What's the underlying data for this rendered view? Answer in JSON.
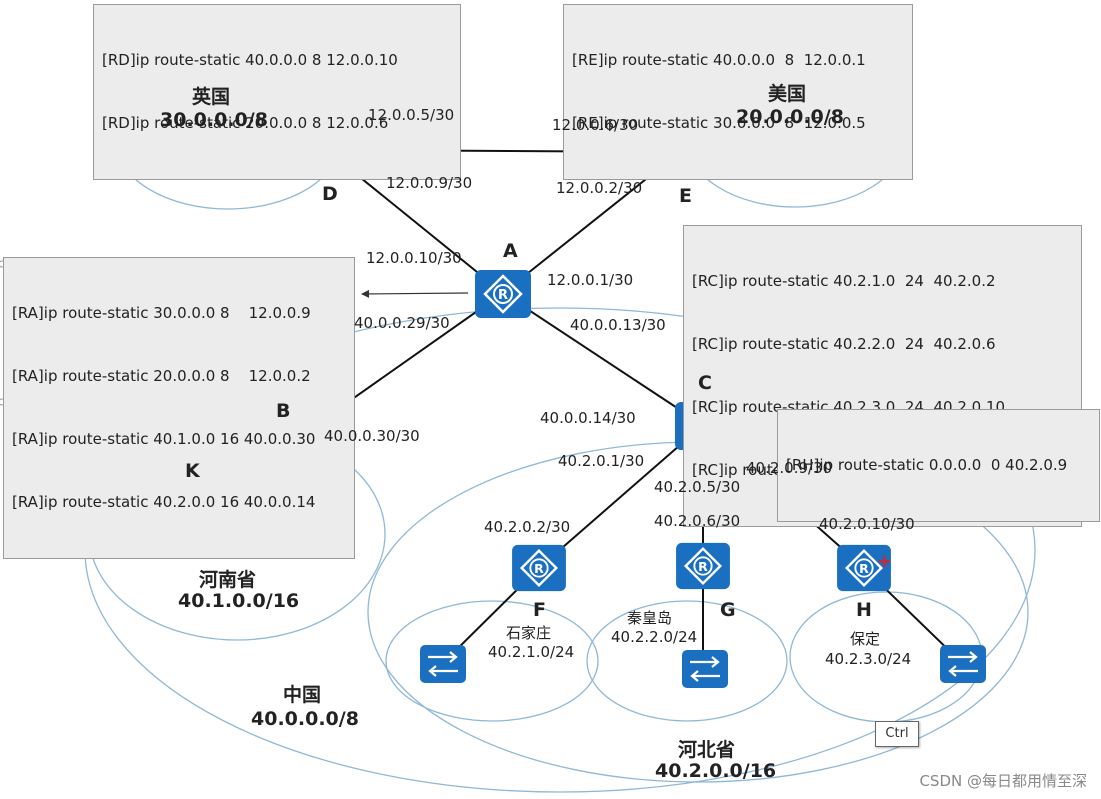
{
  "configs": {
    "RD": [
      "[RD]ip route-static 40.0.0.0 8 12.0.0.10",
      "[RD]ip route-static 20.0.0.0 8 12.0.0.6"
    ],
    "RE": [
      "[RE]ip route-static 40.0.0.0  8  12.0.0.1",
      "[RE]ip route-static 30.0.0.0  8  12.0.0.5"
    ],
    "RA": [
      "[RA]ip route-static 30.0.0.0 8    12.0.0.9",
      "[RA]ip route-static 20.0.0.0 8    12.0.0.2",
      "[RA]ip route-static 40.1.0.0 16 40.0.0.30",
      "[RA]ip route-static 40.2.0.0 16 40.0.0.14"
    ],
    "RC": [
      "[RC]ip route-static 40.2.1.0  24  40.2.0.2",
      "[RC]ip route-static 40.2.2.0  24  40.2.0.6",
      "[RC]ip route-static 40.2.3.0  24  40.2.0.10",
      "[RC]ip route-static 0.0.0.0        0    40.0.0.13"
    ],
    "RH": [
      "[RH]ip route-static 0.0.0.0  0 40.2.0.9"
    ]
  },
  "nodes": {
    "A": "A",
    "B": "B",
    "C": "C",
    "D": "D",
    "E": "E",
    "F": "F",
    "G": "G",
    "H": "H",
    "K": "K"
  },
  "links": {
    "d_e": "12.0.0.5/30",
    "e_d": "12.0.0.6/30",
    "d_a": "12.0.0.9/30",
    "a_d": "12.0.0.10/30",
    "e_a": "12.0.0.2/30",
    "a_e": "12.0.0.1/30",
    "a_b": "40.0.0.29/30",
    "b_a": "40.0.0.30/30",
    "a_c": "40.0.0.13/30",
    "c_a": "40.0.0.14/30",
    "c_f": "40.2.0.1/30",
    "f_c": "40.2.0.2/30",
    "c_g": "40.2.0.5/30",
    "g_c": "40.2.0.6/30",
    "c_h": "40.2.0.9/30",
    "h_c": "40.2.0.10/30"
  },
  "regions": {
    "uk": {
      "name": "英国",
      "net": "30.0.0.0/8"
    },
    "us": {
      "name": "美国",
      "net": "20.0.0.0/8"
    },
    "henan": {
      "name": "河南省",
      "net": "40.1.0.0/16"
    },
    "china": {
      "name": "中国",
      "net": "40.0.0.0/8"
    },
    "hebei": {
      "name": "河北省",
      "net": "40.2.0.0/16"
    },
    "sjz": {
      "name": "石家庄",
      "net": "40.2.1.0/24"
    },
    "qhd": {
      "name": "秦皇岛",
      "net": "40.2.2.0/24"
    },
    "bd": {
      "name": "保定",
      "net": "40.2.3.0/24"
    }
  },
  "ui": {
    "ctrl": "Ctrl",
    "watermark": "CSDN @每日都用情至深"
  },
  "colors": {
    "device": "#1a6fc0",
    "line": "#111111",
    "ellipse": "#8fb8d8"
  }
}
